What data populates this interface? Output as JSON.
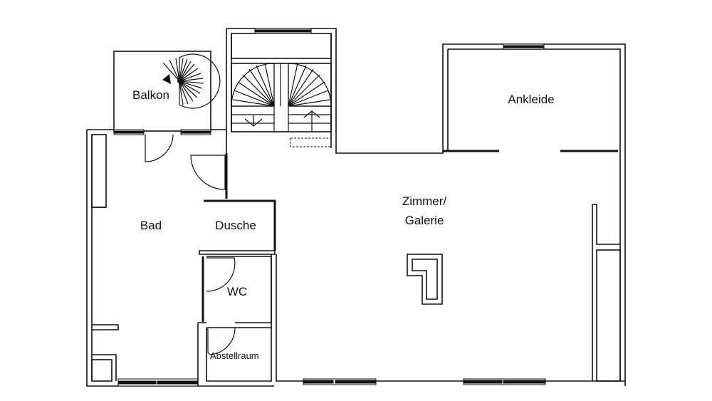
{
  "plan": {
    "rooms": [
      {
        "id": "balkon",
        "label": "Balkon"
      },
      {
        "id": "bad",
        "label": "Bad"
      },
      {
        "id": "dusche",
        "label": "Dusche"
      },
      {
        "id": "wc",
        "label": "WC"
      },
      {
        "id": "abstellraum",
        "label": "Abstellraum"
      },
      {
        "id": "zimmer",
        "label_line1": "Zimmer/",
        "label_line2": "Galerie"
      },
      {
        "id": "ankleide",
        "label": "Ankleide"
      }
    ],
    "icons": [
      "spiral-stair-icon",
      "staircase-icon",
      "arrow-up-icon",
      "arrow-down-icon",
      "chimney-icon",
      "door-icon",
      "window-icon"
    ],
    "colors": {
      "line": "#111111",
      "background": "#ffffff"
    }
  }
}
